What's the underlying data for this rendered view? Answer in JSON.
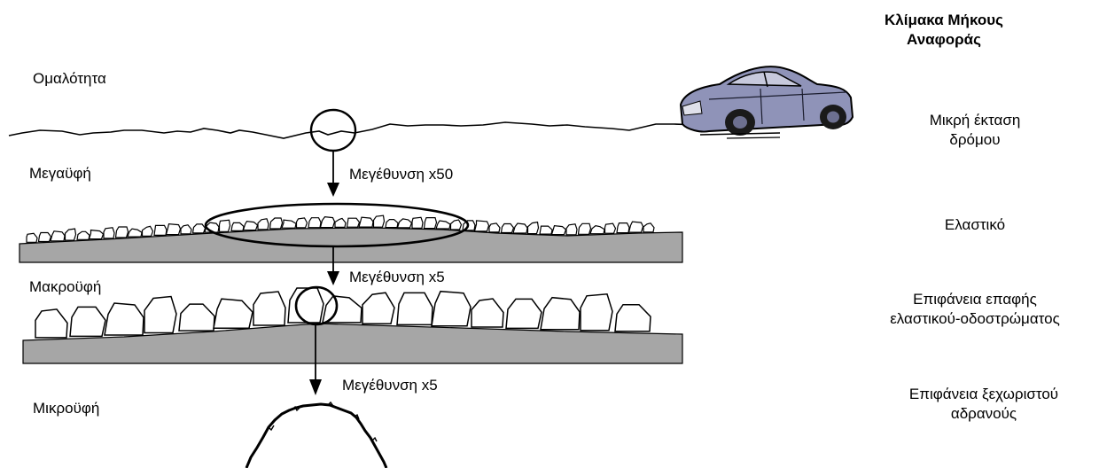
{
  "header": {
    "title": "Κλίμακα Μήκους\nΑναφοράς"
  },
  "levels": [
    {
      "left_label": "Ομαλότητα",
      "right_label": "Μικρή έκταση\nδρόμου"
    },
    {
      "left_label": "Μεγαϋφή",
      "right_label": "Ελαστικό"
    },
    {
      "left_label": "Μακροϋφή",
      "right_label": "Επιφάνεια επαφής\nελαστικού-οδοστρώματος"
    },
    {
      "left_label": "Μικροϋφή",
      "right_label": "Επιφάνεια ξεχωριστού\nαδρανούς"
    }
  ],
  "magnifications": [
    {
      "label": "Μεγέθυνση x50"
    },
    {
      "label": "Μεγέθυνση x5"
    },
    {
      "label": "Μεγέθυνση x5"
    }
  ],
  "colors": {
    "surface_fill": "#a6a6a6",
    "car_tint": "#8f93b8",
    "ink": "#000000"
  }
}
